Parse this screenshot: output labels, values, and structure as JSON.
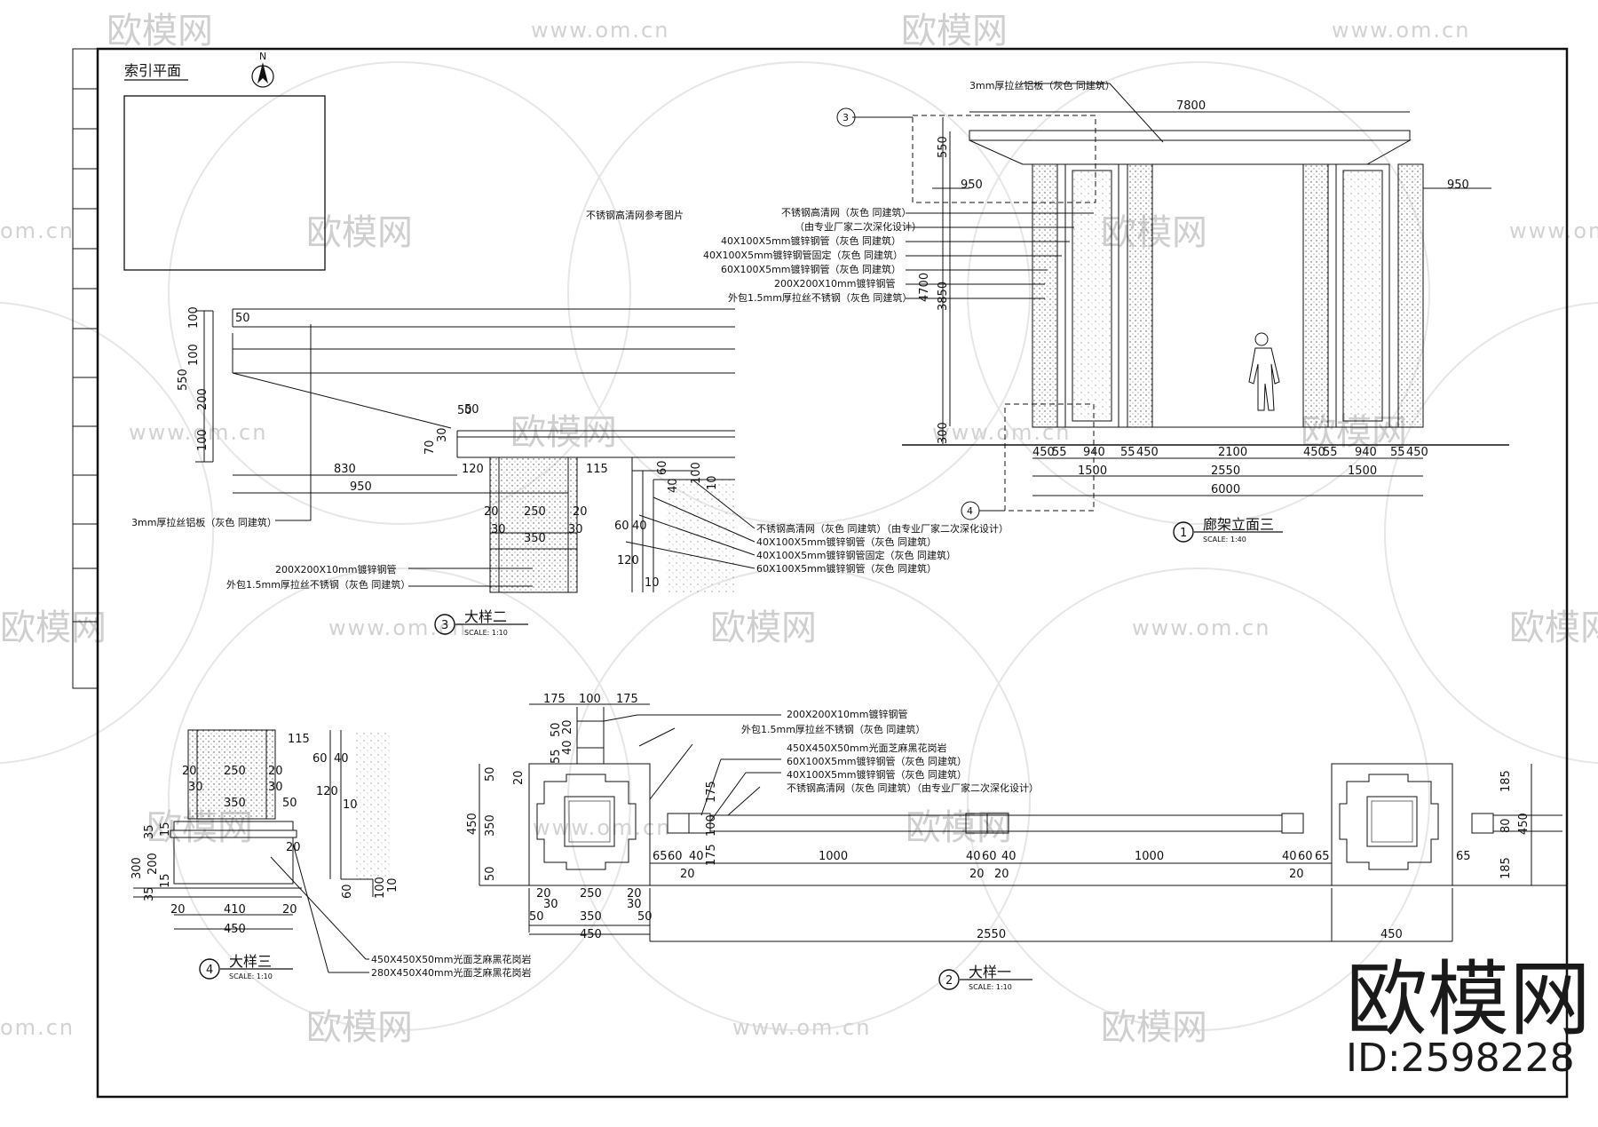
{
  "watermarks": {
    "brand": "欧模网",
    "site": "www.om.cn",
    "site_partial": "om.cn",
    "brand_partial": "欧模网"
  },
  "sheet": {
    "index_plan_title": "索引平面",
    "north": "N",
    "reference_note": "不锈钢高清网参考图片"
  },
  "detail3": {
    "title": "大样二",
    "number": "3",
    "scale": "SCALE:  1:10",
    "dims": [
      "100",
      "100",
      "550",
      "200",
      "100",
      "50",
      "50",
      "50",
      "70",
      "30",
      "830",
      "120",
      "950",
      "115",
      "20",
      "250",
      "20",
      "30",
      "350",
      "30",
      "60",
      "40",
      "60",
      "40",
      "120",
      "10",
      "100",
      "10",
      "50"
    ],
    "labels": [
      "3mm厚拉丝铝板（灰色 同建筑）",
      "200X200X10mm镀锌钢管",
      "外包1.5mm厚拉丝不锈钢（灰色 同建筑）",
      "不锈钢高清网（灰色 同建筑）（由专业厂家二次深化设计）",
      "40X100X5mm镀锌钢管（灰色 同建筑）",
      "40X100X5mm镀锌钢管固定（灰色 同建筑）",
      "60X100X5mm镀锌钢管（灰色 同建筑）"
    ]
  },
  "elevation1": {
    "title": "廊架立面三",
    "number": "1",
    "scale": "SCALE:  1:40",
    "top_label": "3mm厚拉丝铝板（灰色 同建筑）",
    "dims": [
      "7800",
      "550",
      "950",
      "950",
      "4700",
      "3850",
      "300",
      "450",
      "55",
      "940",
      "55",
      "450",
      "2100",
      "450",
      "55",
      "940",
      "55",
      "450",
      "1500",
      "2550",
      "1500",
      "6000"
    ],
    "labels": [
      "不锈钢高清网（灰色 同建筑）",
      "（由专业厂家二次深化设计）",
      "40X100X5mm镀锌钢管（灰色 同建筑）",
      "40X100X5mm镀锌钢管固定（灰色 同建筑）",
      "60X100X5mm镀锌钢管（灰色 同建筑）",
      "200X200X10mm镀锌钢管",
      "外包1.5mm厚拉丝不锈钢（灰色 同建筑）"
    ],
    "section_marks": [
      "3",
      "4"
    ]
  },
  "detail2": {
    "title": "大样一",
    "number": "2",
    "scale": "SCALE:  1:10",
    "dims": [
      "175",
      "100",
      "175",
      "50",
      "20",
      "40",
      "55",
      "50",
      "450",
      "350",
      "50",
      "20",
      "175",
      "100",
      "175",
      "65",
      "60",
      "40",
      "20",
      "1000",
      "40",
      "60",
      "40",
      "20",
      "20",
      "1000",
      "40",
      "60",
      "65",
      "20",
      "185",
      "80",
      "185",
      "450",
      "65",
      "20",
      "20",
      "30",
      "30",
      "250",
      "350",
      "50",
      "50",
      "450",
      "2550",
      "450"
    ],
    "labels": [
      "200X200X10mm镀锌钢管",
      "外包1.5mm厚拉丝不锈钢（灰色 同建筑）",
      "450X450X50mm光面芝麻黑花岗岩",
      "60X100X5mm镀锌钢管（灰色 同建筑）",
      "40X100X5mm镀锌钢管（灰色 同建筑）",
      "不锈钢高清网（灰色 同建筑）（由专业厂家二次深化设计）"
    ]
  },
  "detail4": {
    "title": "大样三",
    "number": "4",
    "scale": "SCALE:  1:10",
    "dims": [
      "115",
      "20",
      "250",
      "20",
      "30",
      "350",
      "30",
      "50",
      "60",
      "40",
      "120",
      "10",
      "20",
      "15",
      "35",
      "300",
      "200",
      "15",
      "35",
      "20",
      "410",
      "20",
      "450",
      "60",
      "100",
      "10"
    ],
    "labels": [
      "450X450X50mm光面芝麻黑花岗岩",
      "280X450X40mm光面芝麻黑花岗岩"
    ]
  },
  "brand_stamp": {
    "name": "欧模网",
    "id": "ID:2598228"
  }
}
